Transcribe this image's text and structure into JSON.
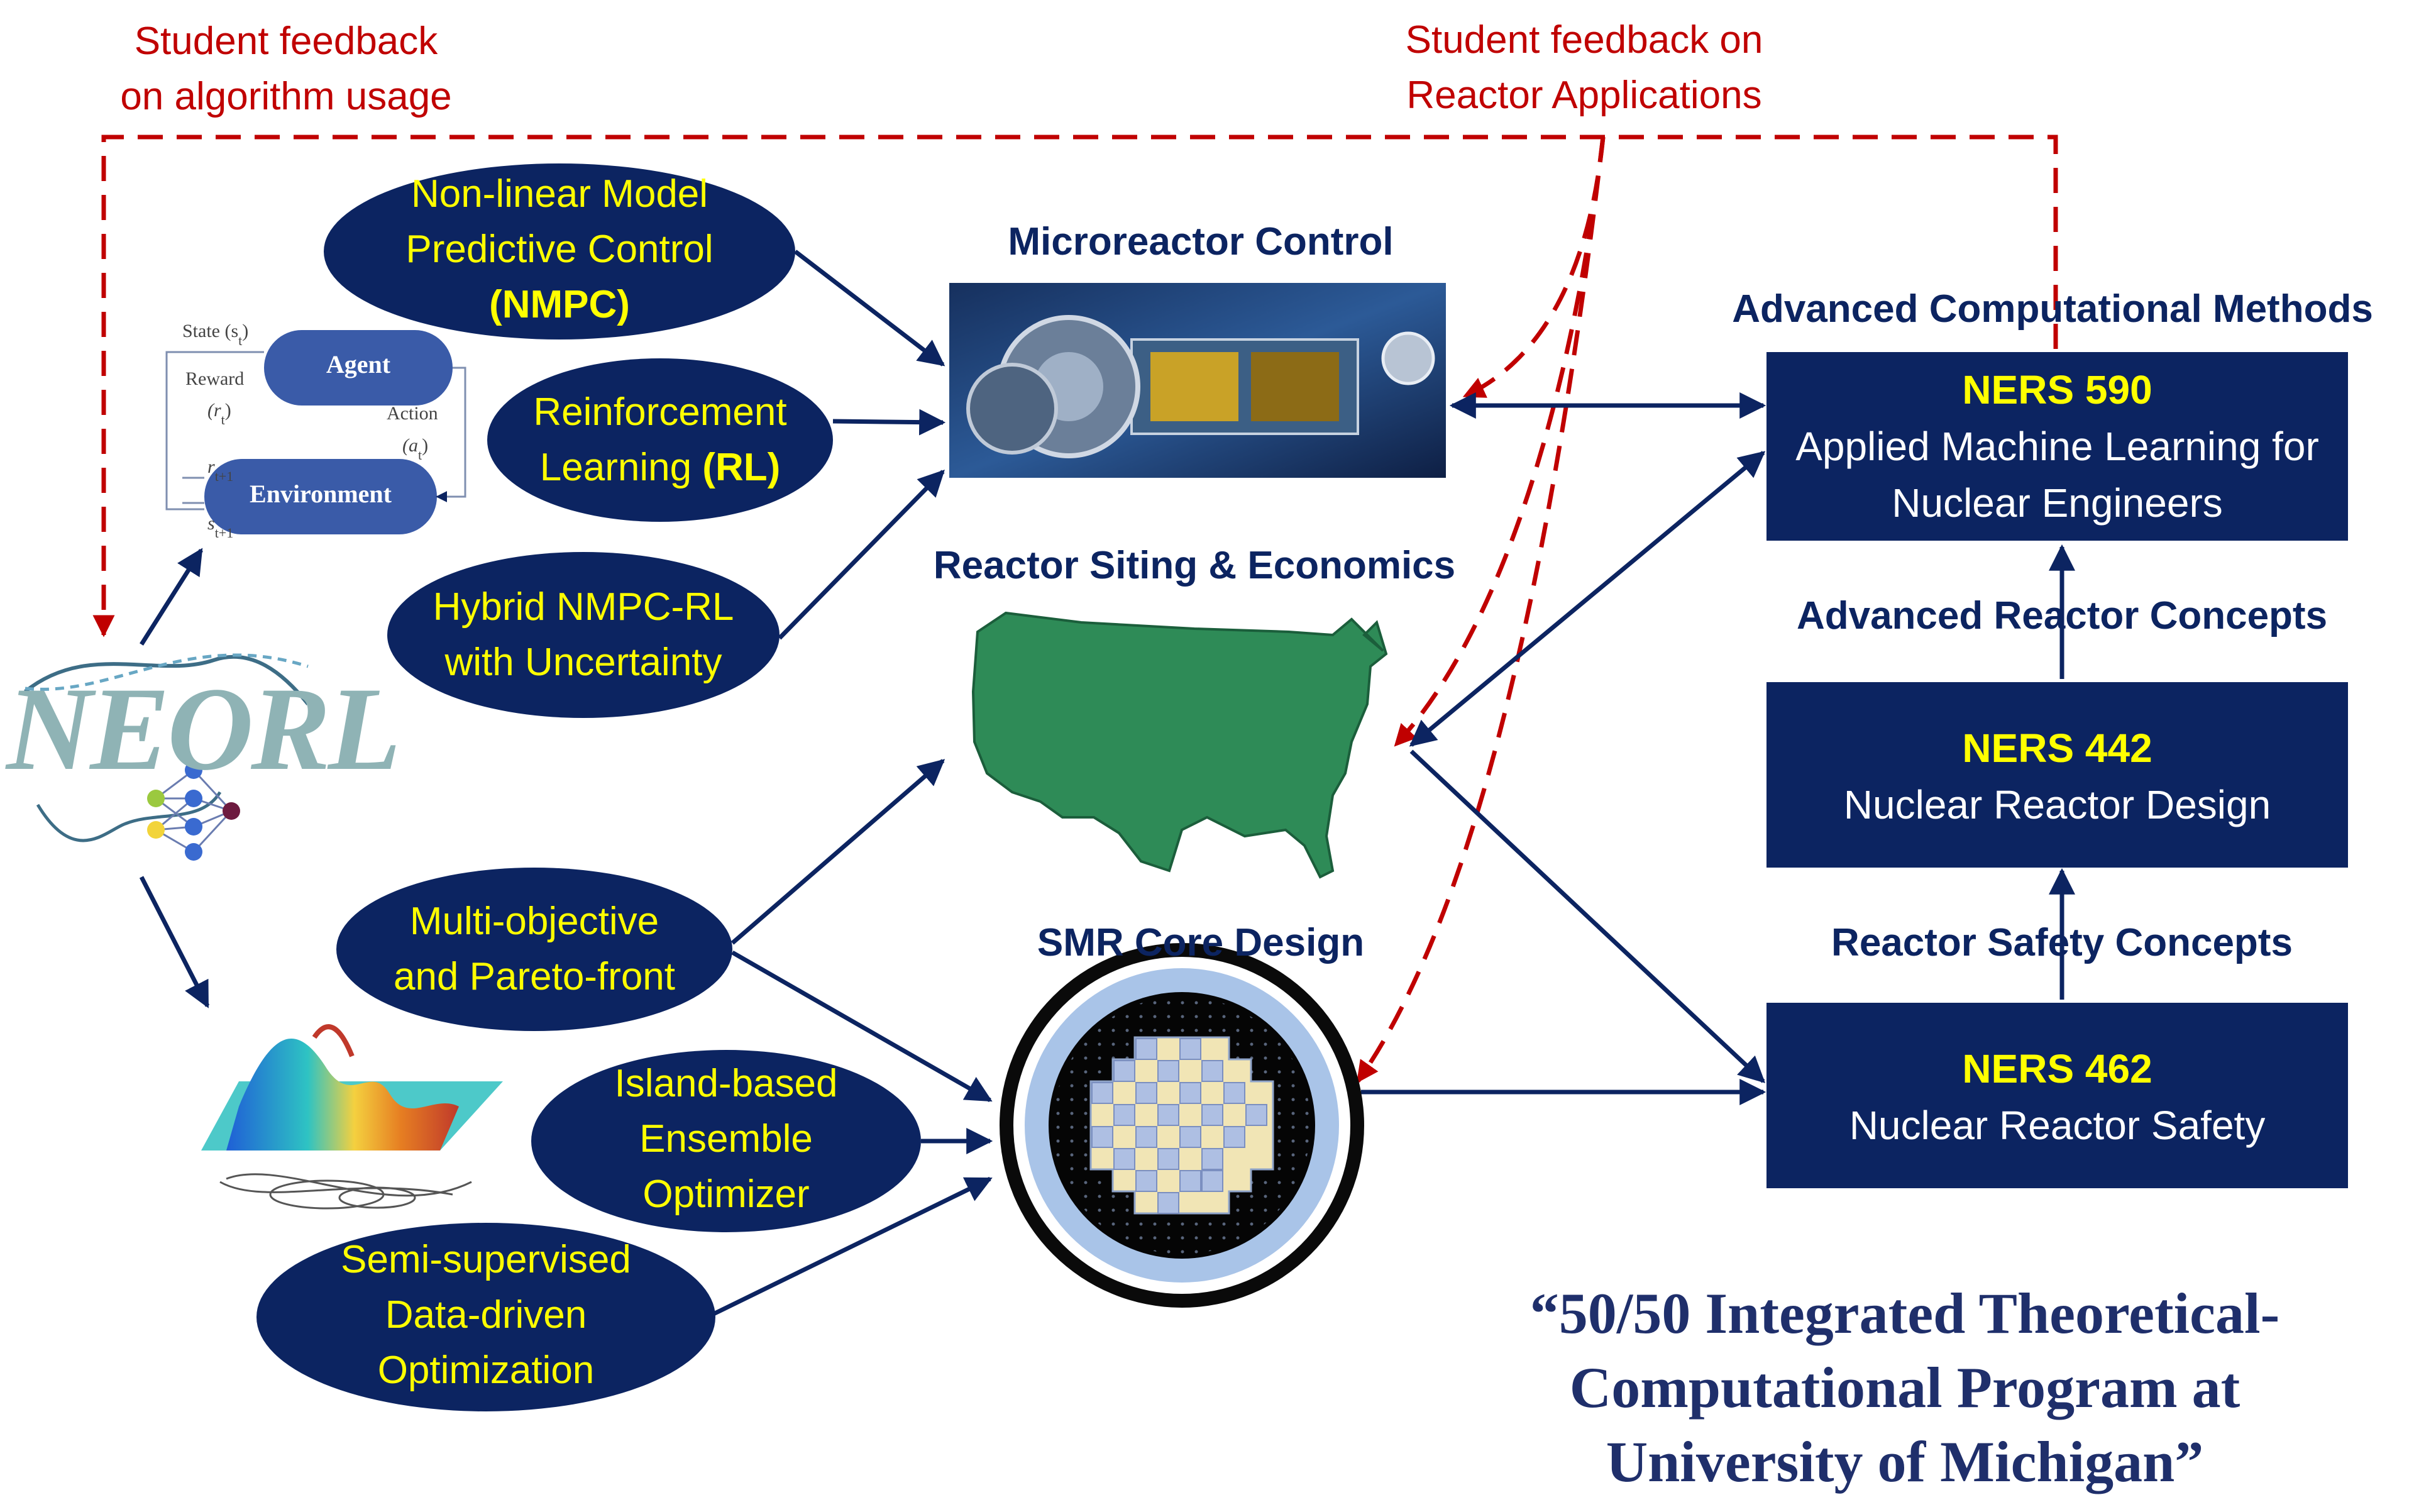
{
  "feedback": {
    "algorithm": [
      "Student feedback",
      "on algorithm usage"
    ],
    "reactor": [
      "Student feedback on",
      "Reactor Applications"
    ]
  },
  "methods": {
    "nmpc": [
      "Non-linear Model",
      "Predictive Control",
      "(NMPC)"
    ],
    "rl": [
      "Reinforcement",
      "Learning ",
      "(RL)"
    ],
    "hybrid": [
      "Hybrid NMPC-RL",
      "with Uncertainty"
    ],
    "multi": [
      "Multi-objective",
      "and Pareto-front"
    ],
    "island": [
      "Island-based",
      "Ensemble",
      "Optimizer"
    ],
    "semi": [
      "Semi-supervised",
      "Data-driven",
      "Optimization"
    ]
  },
  "rl_diagram": {
    "agent": "Agent",
    "environment": "Environment",
    "state": "State (s",
    "state_sub": "t",
    "reward": "Reward",
    "reward_r": "(r",
    "action": "Action",
    "action_a": "(a",
    "r_next": "r",
    "s_next": "s",
    "next_sub": "t+1"
  },
  "logo": {
    "text": "NEORL"
  },
  "applications": {
    "microreactor": "Microreactor Control",
    "siting": "Reactor Siting & Economics",
    "smr": "SMR Core Design"
  },
  "courses_title": "Advanced Computational Methods",
  "courses": [
    {
      "code": "NERS 590",
      "lines": [
        "Applied Machine Learning for",
        "Nuclear Engineers"
      ]
    },
    {
      "code": "NERS 442",
      "lines": [
        "Nuclear Reactor Design"
      ]
    },
    {
      "code": "NERS 462",
      "lines": [
        "Nuclear Reactor Safety"
      ]
    }
  ],
  "concepts": {
    "advanced": "Advanced Reactor Concepts",
    "safety": "Reactor Safety Concepts"
  },
  "quote": [
    "“50/50 Integrated Theoretical-",
    "Computational Program at",
    "University of Michigan”"
  ],
  "colors": {
    "navy": "#0c2461",
    "feedback_red": "#c00000",
    "highlight_yellow": "#ffff00",
    "map_green": "#2e8b57"
  }
}
